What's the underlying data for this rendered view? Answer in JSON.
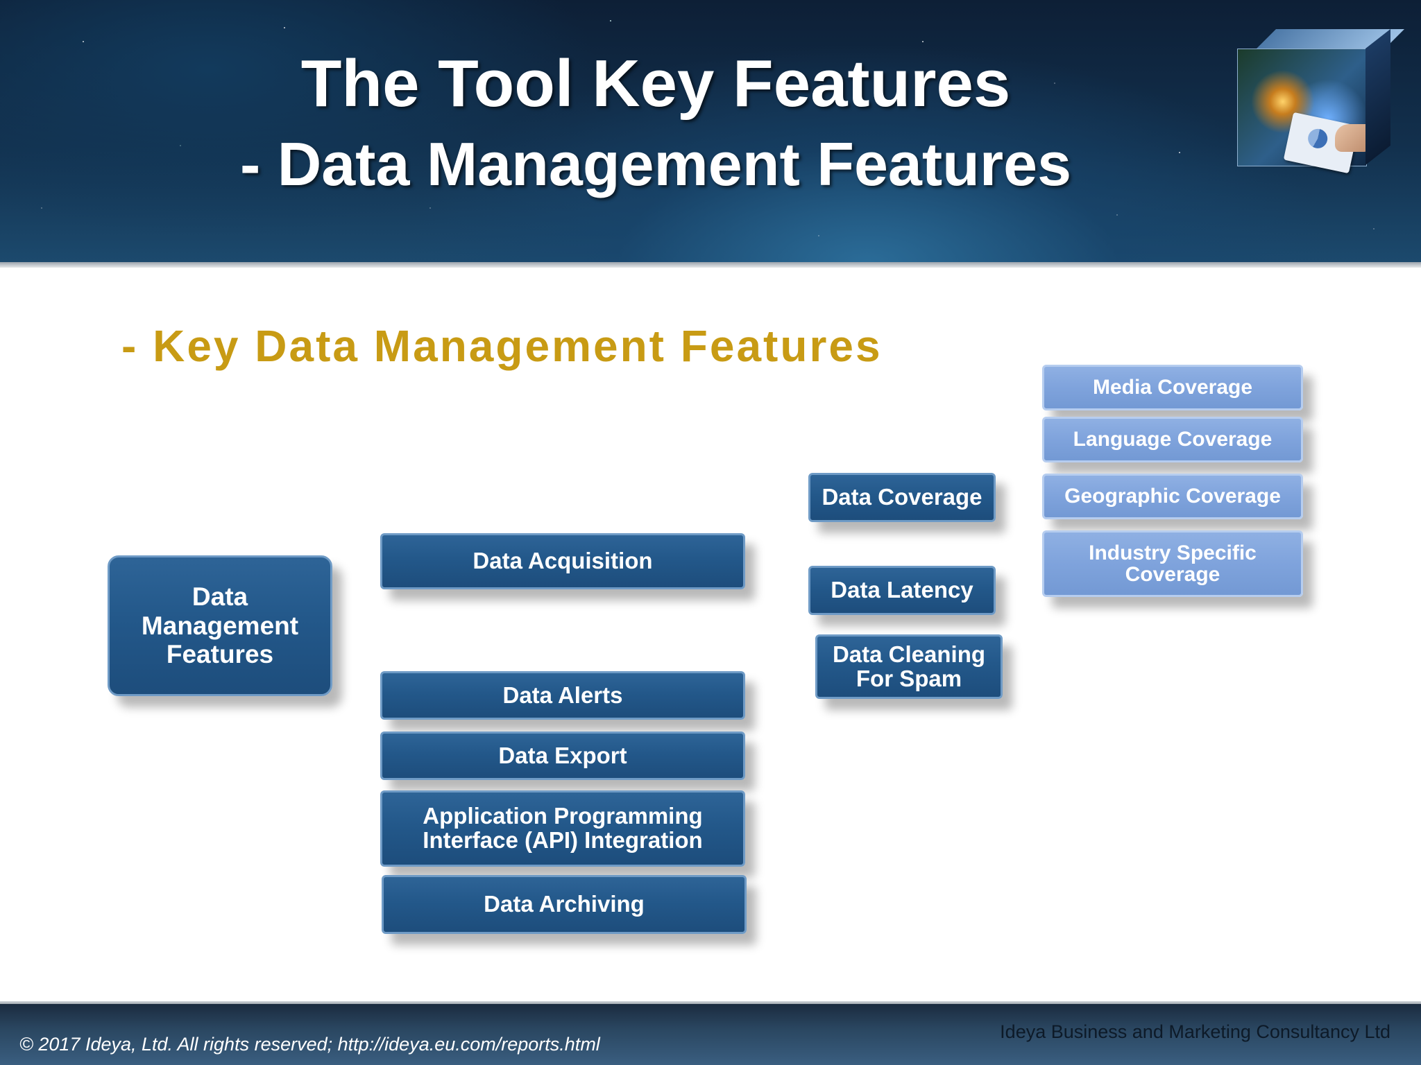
{
  "slide": {
    "title_line1": "The Tool Key Features",
    "title_line2": "- Data Management Features",
    "subtitle": "- Key Data Management Features"
  },
  "diagram": {
    "root": {
      "line1": "Data",
      "line2": "Management",
      "line3": "Features"
    },
    "level1": {
      "acquisition": "Data Acquisition",
      "alerts": "Data Alerts",
      "export": "Data Export",
      "api_line1": "Application Programming",
      "api_line2": "Interface (API) Integration",
      "archiving": "Data Archiving"
    },
    "level2": {
      "coverage": "Data Coverage",
      "latency": "Data Latency",
      "cleaning_line1": "Data Cleaning",
      "cleaning_line2": "For Spam"
    },
    "level3": {
      "media": "Media Coverage",
      "language": "Language Coverage",
      "geographic": "Geographic Coverage",
      "industry_line1": "Industry Specific",
      "industry_line2": "Coverage"
    }
  },
  "footer": {
    "copyright": "© 2017 Ideya, Ltd. All rights reserved;  http://ideya.eu.com/reports.html",
    "company": "Ideya Business and Marketing Consultancy Ltd"
  },
  "colors": {
    "dark_box": "#23588a",
    "light_box": "#7fa3dc",
    "subtitle": "#c89b14",
    "header_bg": "#12304d"
  }
}
